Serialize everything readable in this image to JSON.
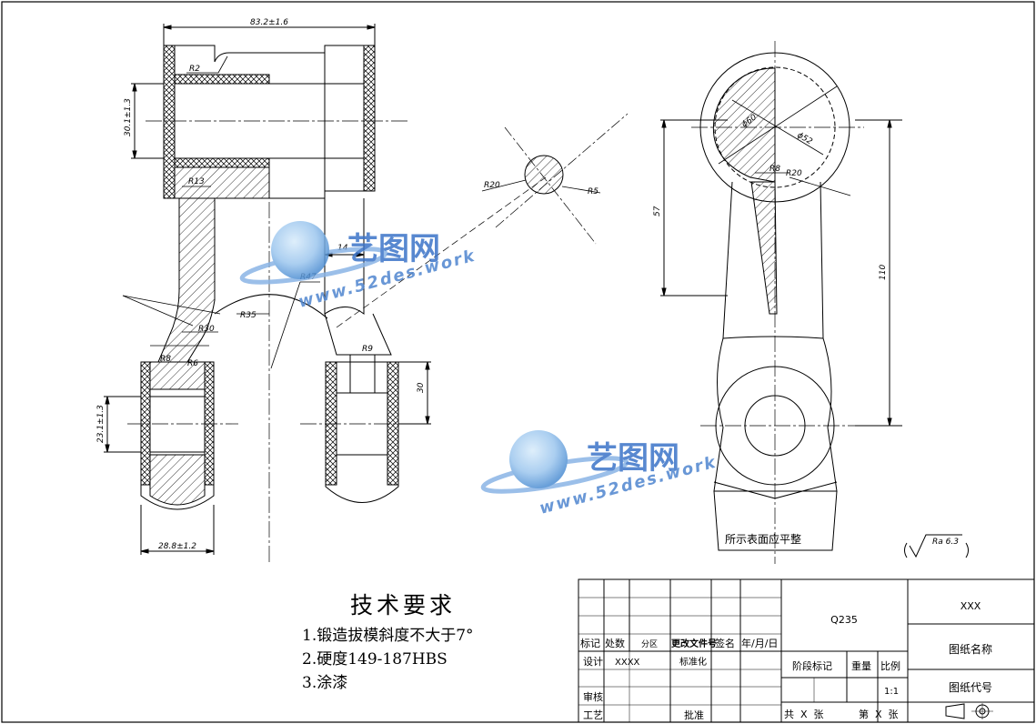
{
  "drawing": {
    "dimensions": {
      "top_width": "83.2±1.6",
      "r2": "R2",
      "bore_height": "30.1±1.3",
      "r13": "R13",
      "r20_mid": "R20",
      "r5": "R5",
      "d14": "14",
      "r47": "R47",
      "r35": "R35",
      "r30": "R30",
      "r8": "R8",
      "r6": "R6",
      "r9": "R9",
      "d30": "30",
      "small_bore_height": "23.1±1.3",
      "bottom_width": "28.8±1.2",
      "d60": "ϕ60",
      "d52": "ϕ52",
      "d57": "57",
      "d110": "110",
      "r8_right": "R8",
      "r20_right": "R20"
    },
    "note_flat": "所示表面应平整",
    "roughness": "Ra 6.3",
    "watermark": {
      "name": "艺图网",
      "url": "www.52des.work"
    }
  },
  "tech_requirements": {
    "title": "技术要求",
    "items": [
      "1.锻造拔模斜度不大于7°",
      "2.硬度149-187HBS",
      "3.涂漆"
    ]
  },
  "title_block": {
    "material": "Q235",
    "company": "XXX",
    "drawing_name": "图纸名称",
    "drawing_code": "图纸代号",
    "labels": {
      "mark": "标记",
      "count": "处数",
      "zone": "分区",
      "change_doc": "更改文件号",
      "sign": "签名",
      "date": "年/月/日",
      "design": "设计",
      "designer": "XXXX",
      "standard": "标准化",
      "stage_mark": "阶段标记",
      "weight": "重量",
      "scale": "比例",
      "scale_value": "1:1",
      "review": "审核",
      "process": "工艺",
      "approve": "批准",
      "total_sheets": "共  X  张",
      "sheet_no": "第  X  张"
    }
  }
}
